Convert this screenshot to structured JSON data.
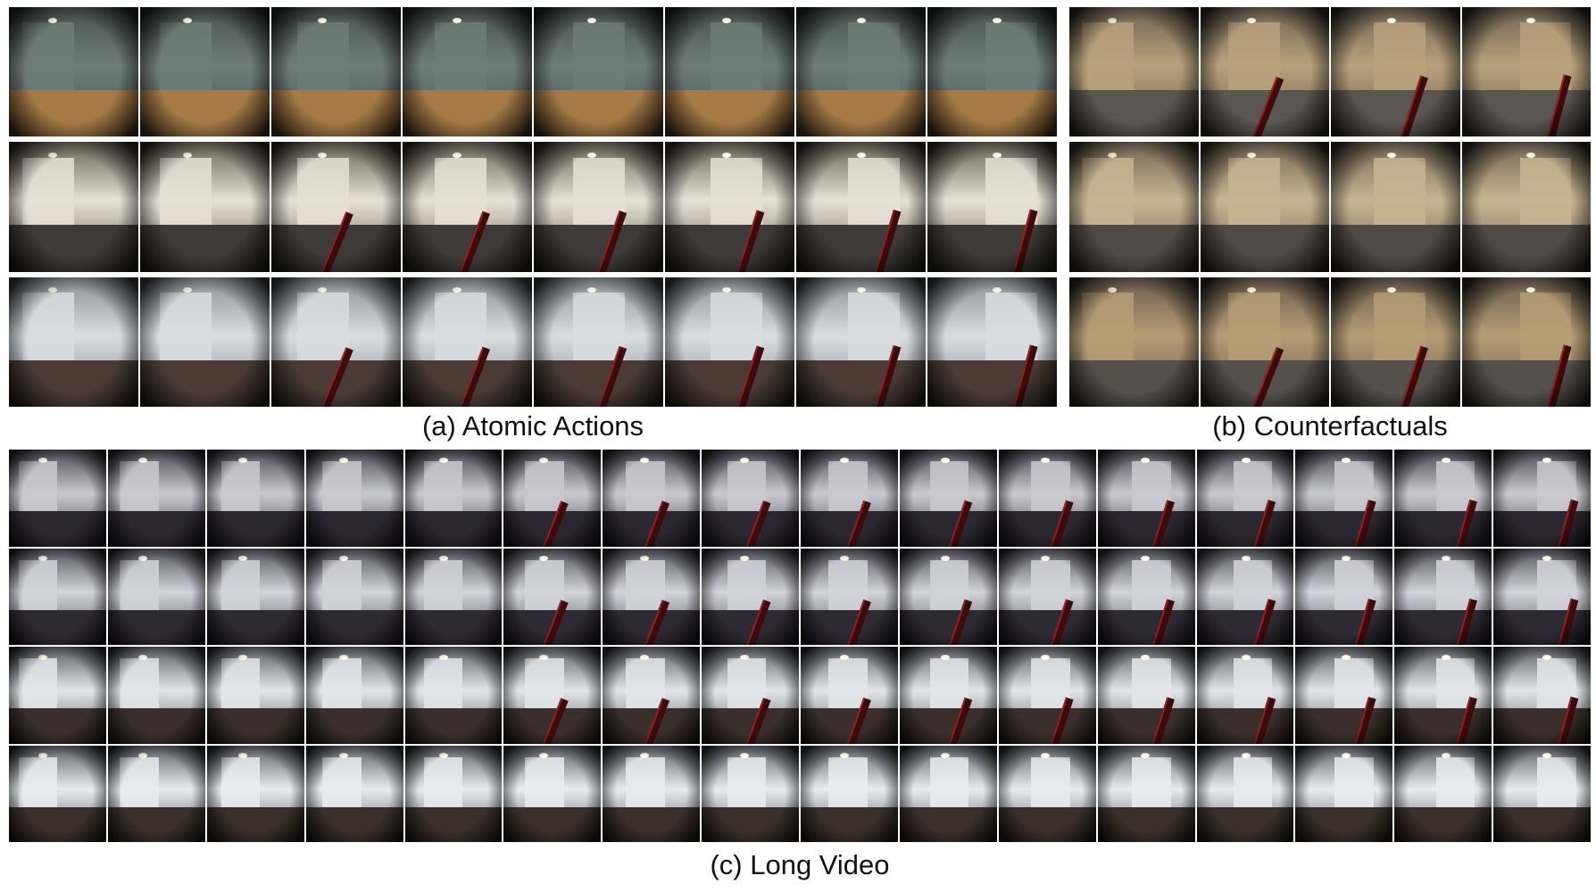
{
  "panels": [
    {
      "id": "atomic_actions",
      "caption": "(a) Atomic Actions",
      "rows": 3,
      "cols": 8,
      "row_tones": [
        {
          "wall": "#6f7d78",
          "floor": "#a57a45",
          "base": "#48524f"
        },
        {
          "wall": "#e6e1d6",
          "floor": "#3d3a37",
          "base": "#6b6256"
        },
        {
          "wall": "#d8dde0",
          "floor": "#4a3c35",
          "base": "#8a9095"
        }
      ],
      "arm_rows": [
        1,
        2
      ]
    },
    {
      "id": "counterfactuals",
      "caption": "(b) Counterfactuals",
      "rows": 3,
      "cols": 4,
      "row_tones": [
        {
          "wall": "#b8a27c",
          "floor": "#5a5650",
          "base": "#6e6252"
        },
        {
          "wall": "#c7b592",
          "floor": "#4f4a44",
          "base": "#746855"
        },
        {
          "wall": "#b59d76",
          "floor": "#54504a",
          "base": "#6a5e4d"
        }
      ],
      "arm_rows": [
        0,
        2
      ]
    },
    {
      "id": "long_video",
      "caption": "(c) Long Video",
      "rows": 4,
      "cols": 16,
      "row_tones": [
        {
          "wall": "#c9c9cf",
          "floor": "#2b2730",
          "base": "#4b4a55"
        },
        {
          "wall": "#d2d3da",
          "floor": "#2e2a33",
          "base": "#55545e"
        },
        {
          "wall": "#e2e6ea",
          "floor": "#3a2f2a",
          "base": "#5b5f64"
        },
        {
          "wall": "#e8ecef",
          "floor": "#3b302a",
          "base": "#5d6166"
        }
      ],
      "arm_rows": [
        0,
        1,
        2
      ]
    }
  ]
}
